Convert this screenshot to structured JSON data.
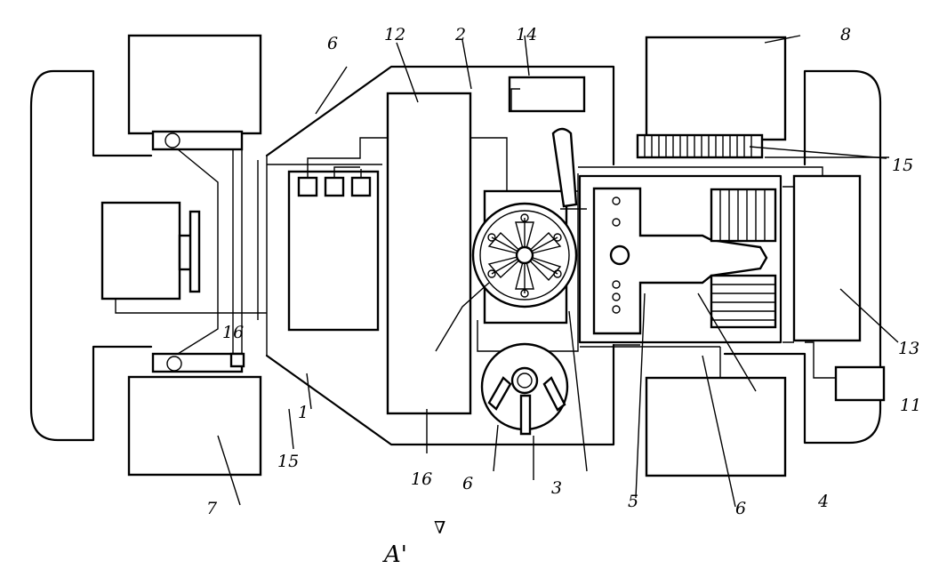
{
  "figure": {
    "caption": "A'",
    "caption_mark": "∇",
    "labels": {
      "l1": "1",
      "l2": "2",
      "l3": "3",
      "l4": "4",
      "l5": "5",
      "l6": "6",
      "l6b": "6",
      "l6c": "6",
      "l7": "7",
      "l8": "8",
      "l11": "11",
      "l12": "12",
      "l13": "13",
      "l14": "14",
      "l15": "15",
      "l15b": "15",
      "l16": "16",
      "l16b": "16"
    }
  }
}
